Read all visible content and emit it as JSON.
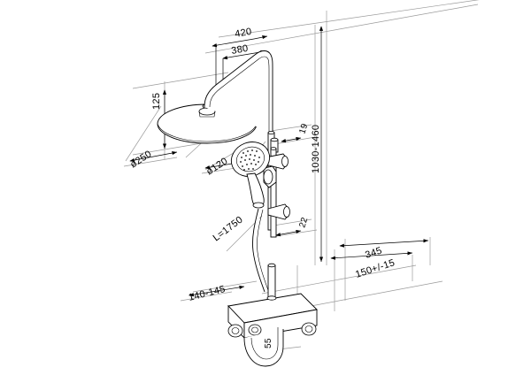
{
  "drawing": {
    "title": "Shower column dimensional drawing",
    "type": "isometric technical drawing",
    "background_color": "#ffffff",
    "line_color": "#000000",
    "extension_line_color": "#9a9a9a"
  },
  "dimensions": {
    "overhead_arm_total": "420",
    "overhead_arm_inner": "380",
    "overhead_head_height": "125",
    "overhead_head_diameter": "ø250",
    "hand_shower_diameter": "ø120",
    "riser_top_offset": "19",
    "riser_height_range": "1030-1460",
    "bar_offset": "22",
    "hose_length": "L=1750",
    "mixer_depth": "345",
    "mixer_inlet_spacing": "150+/-15",
    "mixer_body_depth": "140-145",
    "spout_height": "55"
  },
  "parts": {
    "overhead_shower": "overhead-rain-shower-head",
    "shower_arm": "curved-shower-arm",
    "riser_pipe": "vertical-riser-pipe",
    "hand_shower": "hand-shower",
    "hand_shower_bracket": "hand-shower-bracket",
    "slide_bar": "slide-bar",
    "hose": "flexible-hose",
    "mixer_body": "thermostatic-mixer-body",
    "spout": "bath-spout",
    "handle_left": "temperature-handle",
    "handle_right": "flow-diverter-handle"
  }
}
